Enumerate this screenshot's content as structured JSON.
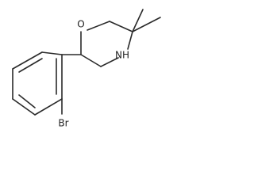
{
  "molecule": {
    "atoms": {
      "oxygen": "O",
      "nitrogen_h": "NH",
      "bromine": "Br"
    }
  }
}
